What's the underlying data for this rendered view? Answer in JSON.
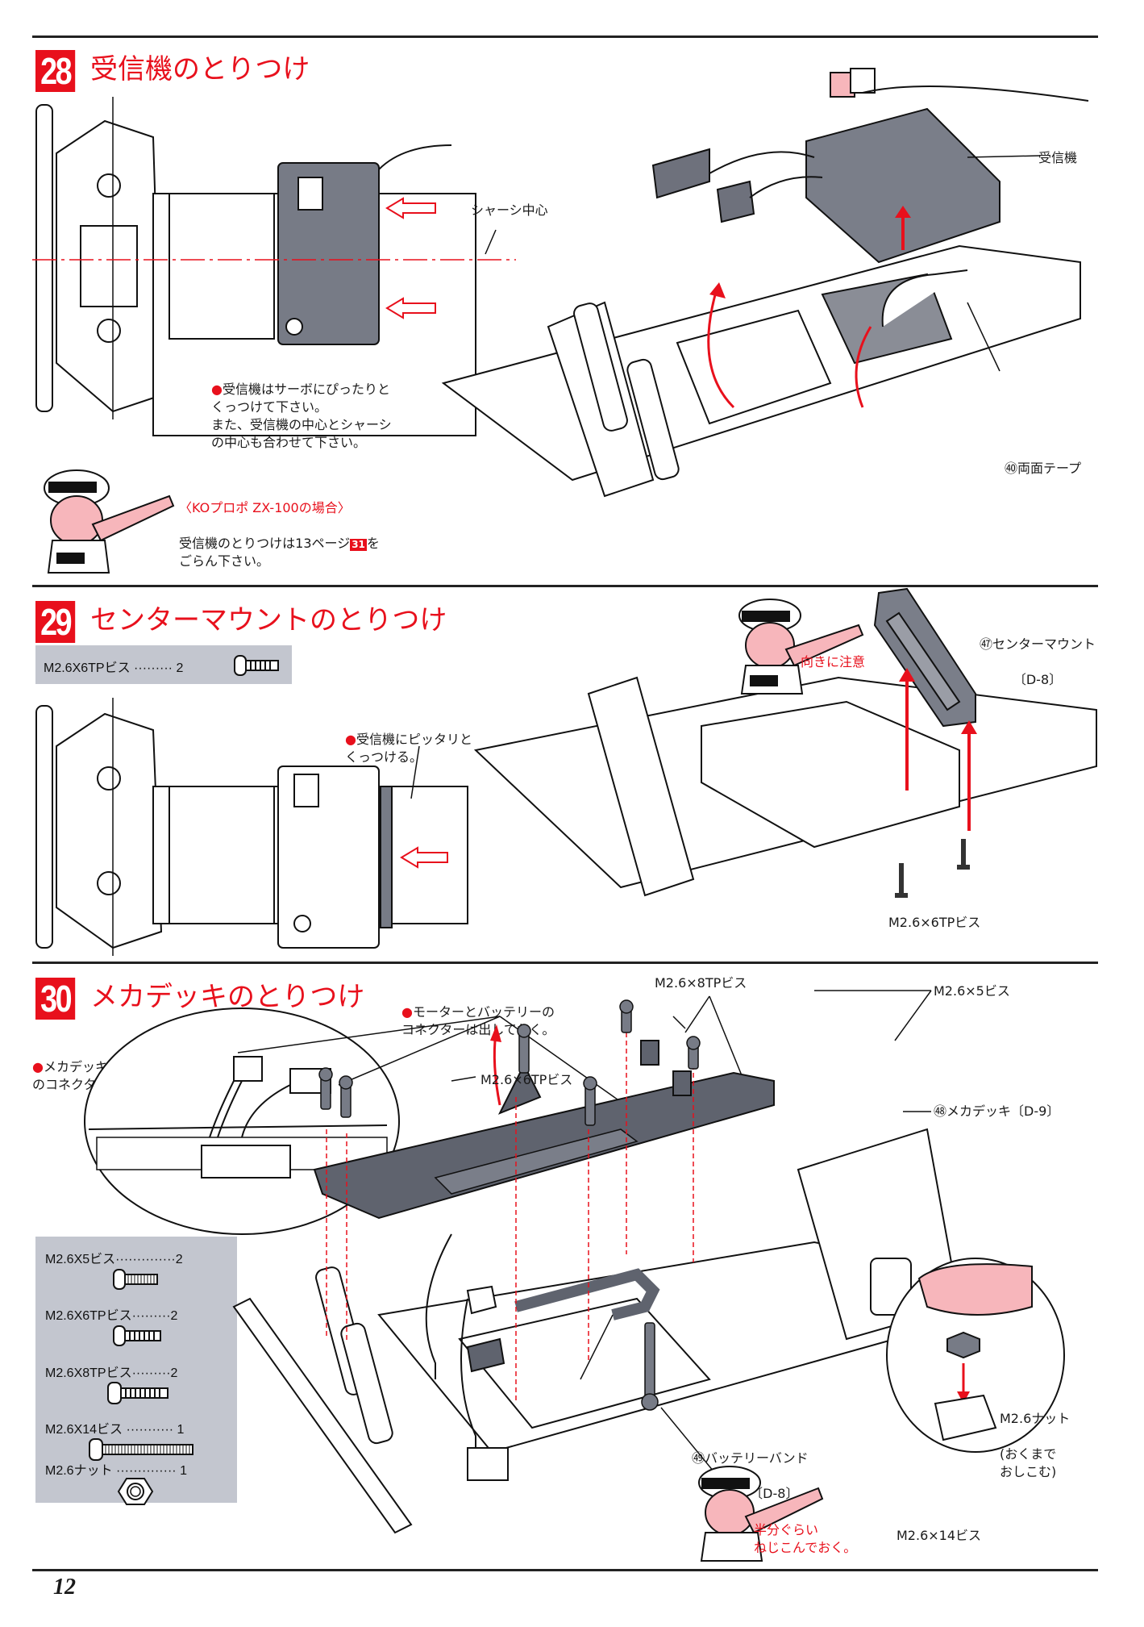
{
  "page": {
    "number": "12"
  },
  "steps": [
    {
      "number": "28",
      "title": "受信機のとりつけ",
      "notes": {
        "main": "受信機はサーボにぴったりと\nくっつけて下さい。\nまた、受信機の中心とシャーシ\nの中心も合わせて下さい。",
        "alt_heading": "〈KOプロポ ZX-100の場合〉",
        "alt_text_before": "受信機のとりつけは13ページ",
        "alt_ref": "31",
        "alt_text_after": "を\nごらん下さい。"
      },
      "labels": {
        "chassis_center": "シャーシ中心",
        "receiver": "受信機",
        "tape": "㊵両面テープ"
      }
    },
    {
      "number": "29",
      "title": "センターマウントのとりつけ",
      "parts": [
        {
          "name": "M2.6X6TPビス",
          "qty": "2"
        }
      ],
      "notes": {
        "main": "受信機にピッタリと\nくっつける。",
        "caution": "向きに注意"
      },
      "labels": {
        "center_mount": "㊼センターマウント",
        "center_mount_code": "〔D-8〕",
        "screws": "M2.6×6TPビス"
      }
    },
    {
      "number": "30",
      "title": "メカデッキのとりつけ",
      "parts": [
        {
          "name": "M2.6X5ビス",
          "qty": "2"
        },
        {
          "name": "M2.6X6TPビス",
          "qty": "2"
        },
        {
          "name": "M2.6X8TPビス",
          "qty": "2"
        },
        {
          "name": "M2.6X14ビス",
          "qty": "1"
        },
        {
          "name": "M2.6ナット",
          "qty": "1"
        }
      ],
      "notes": {
        "connectors_out": "モーターとバッテリーの\nコネクターは出しておく。",
        "servo_connector": "メカデッキの凹部にサーボ\nのコネクターをおさめる。",
        "half_screw": "半分ぐらい\nねじこんでおく。"
      },
      "labels": {
        "tp8": "M2.6×8TPビス",
        "screw5": "M2.6×5ビス",
        "tp6": "M2.6×6TPビス",
        "mecha_deck": "㊽メカデッキ〔D-9〕",
        "battery_band": "㊾バッテリーバンド",
        "battery_band_code": "〔D-8〕",
        "nut": "M2.6ナット",
        "nut_note": "(おくまで\nおしこむ)",
        "screw14": "M2.6×14ビス"
      }
    }
  ]
}
